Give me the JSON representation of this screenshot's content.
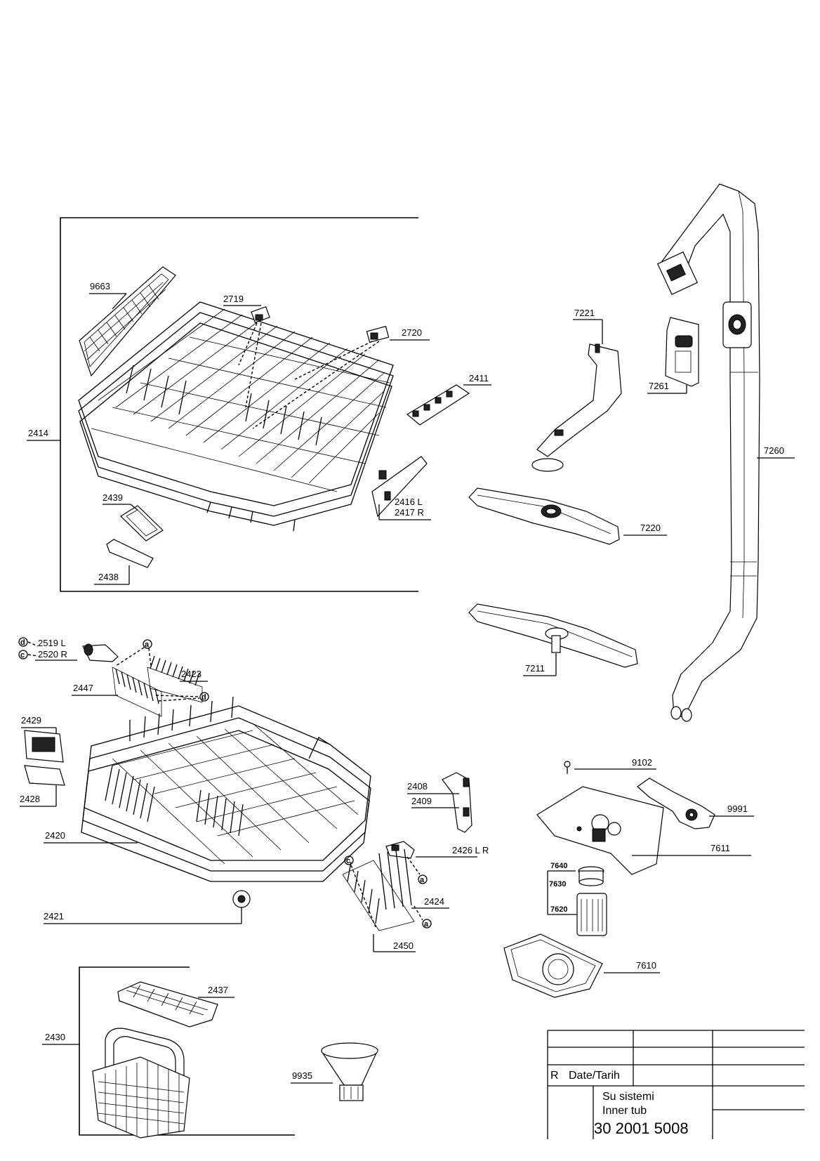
{
  "labels": {
    "p9663": "9663",
    "p2719": "2719",
    "p2720": "2720",
    "p2411": "2411",
    "p2414": "2414",
    "p2416": "2416 L",
    "p2417": "2417 R",
    "p2439": "2439",
    "p2438": "2438",
    "p7221": "7221",
    "p7261": "7261",
    "p7260": "7260",
    "p7220": "7220",
    "p7211": "7211",
    "p2519": "2519 L",
    "p2520": "2520 R",
    "p2423": "2423",
    "p2447": "2447",
    "p2429": "2429",
    "p2428": "2428",
    "p2420": "2420",
    "p2408": "2408",
    "p2409": "2409",
    "p2426": "2426 L R",
    "p2424": "2424",
    "p2421": "2421",
    "p2450": "2450",
    "p9102": "9102",
    "p9991": "9991",
    "p7611": "7611",
    "p7640": "7640",
    "p7630": "7630",
    "p7620": "7620",
    "p7610": "7610",
    "p2437": "2437",
    "p2430": "2430",
    "p9935": "9935"
  },
  "markers": {
    "a": "a",
    "c": "c",
    "d": "d"
  },
  "title_block": {
    "rev": "R",
    "date": "Date/Tarih",
    "name_tr": "Su sistemi",
    "name_en": "Inner tub",
    "part_no": "30 2001 5008"
  }
}
